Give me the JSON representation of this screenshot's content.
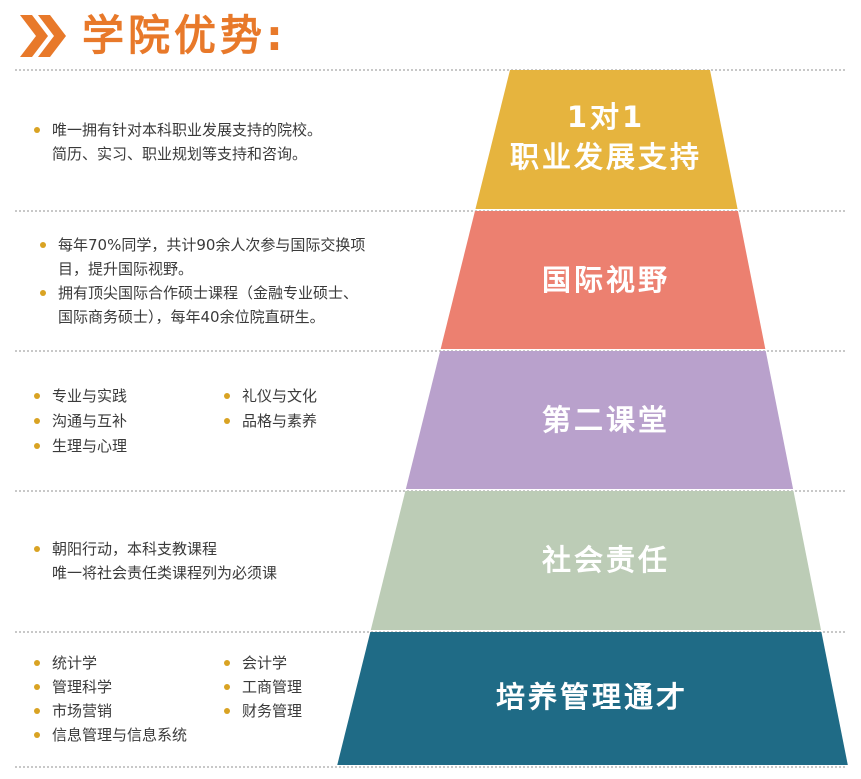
{
  "header": {
    "title": "学院优势:",
    "icon": "double-chevron-icon",
    "accent_color": "#E8792A"
  },
  "tiers": [
    {
      "label_lines": [
        "1对1",
        "职业发展支持"
      ],
      "color": "#E6B43E",
      "items": [
        {
          "lines": [
            "唯一拥有针对本科职业发展支持的院校。",
            "简历、实习、职业规划等支持和咨询。"
          ]
        }
      ]
    },
    {
      "label_lines": [
        "国际视野"
      ],
      "color": "#EC8070",
      "items": [
        {
          "lines": [
            "每年70%同学，共计90余人次参与国际交换项",
            "目，提升国际视野。"
          ]
        },
        {
          "lines": [
            "拥有顶尖国际合作硕士课程（金融专业硕士、",
            "国际商务硕士），每年40余位院直研生。"
          ]
        }
      ]
    },
    {
      "label_lines": [
        "第二课堂"
      ],
      "color": "#B9A1CC",
      "grid_items": [
        "专业与实践",
        "礼仪与文化",
        "沟通与互补",
        "品格与素养",
        "生理与心理"
      ]
    },
    {
      "label_lines": [
        "社会责任"
      ],
      "color": "#BCCCB6",
      "items": [
        {
          "lines": [
            "朝阳行动，本科支教课程",
            "唯一将社会责任类课程列为必须课"
          ]
        }
      ]
    },
    {
      "label_lines": [
        "培养管理通才"
      ],
      "color": "#1F6B86",
      "grid_items": [
        "统计学",
        "会计学",
        "管理科学",
        "工商管理",
        "市场营销",
        "财务管理",
        "信息管理与信息系统"
      ]
    }
  ],
  "bullet_color": "#D9A323"
}
